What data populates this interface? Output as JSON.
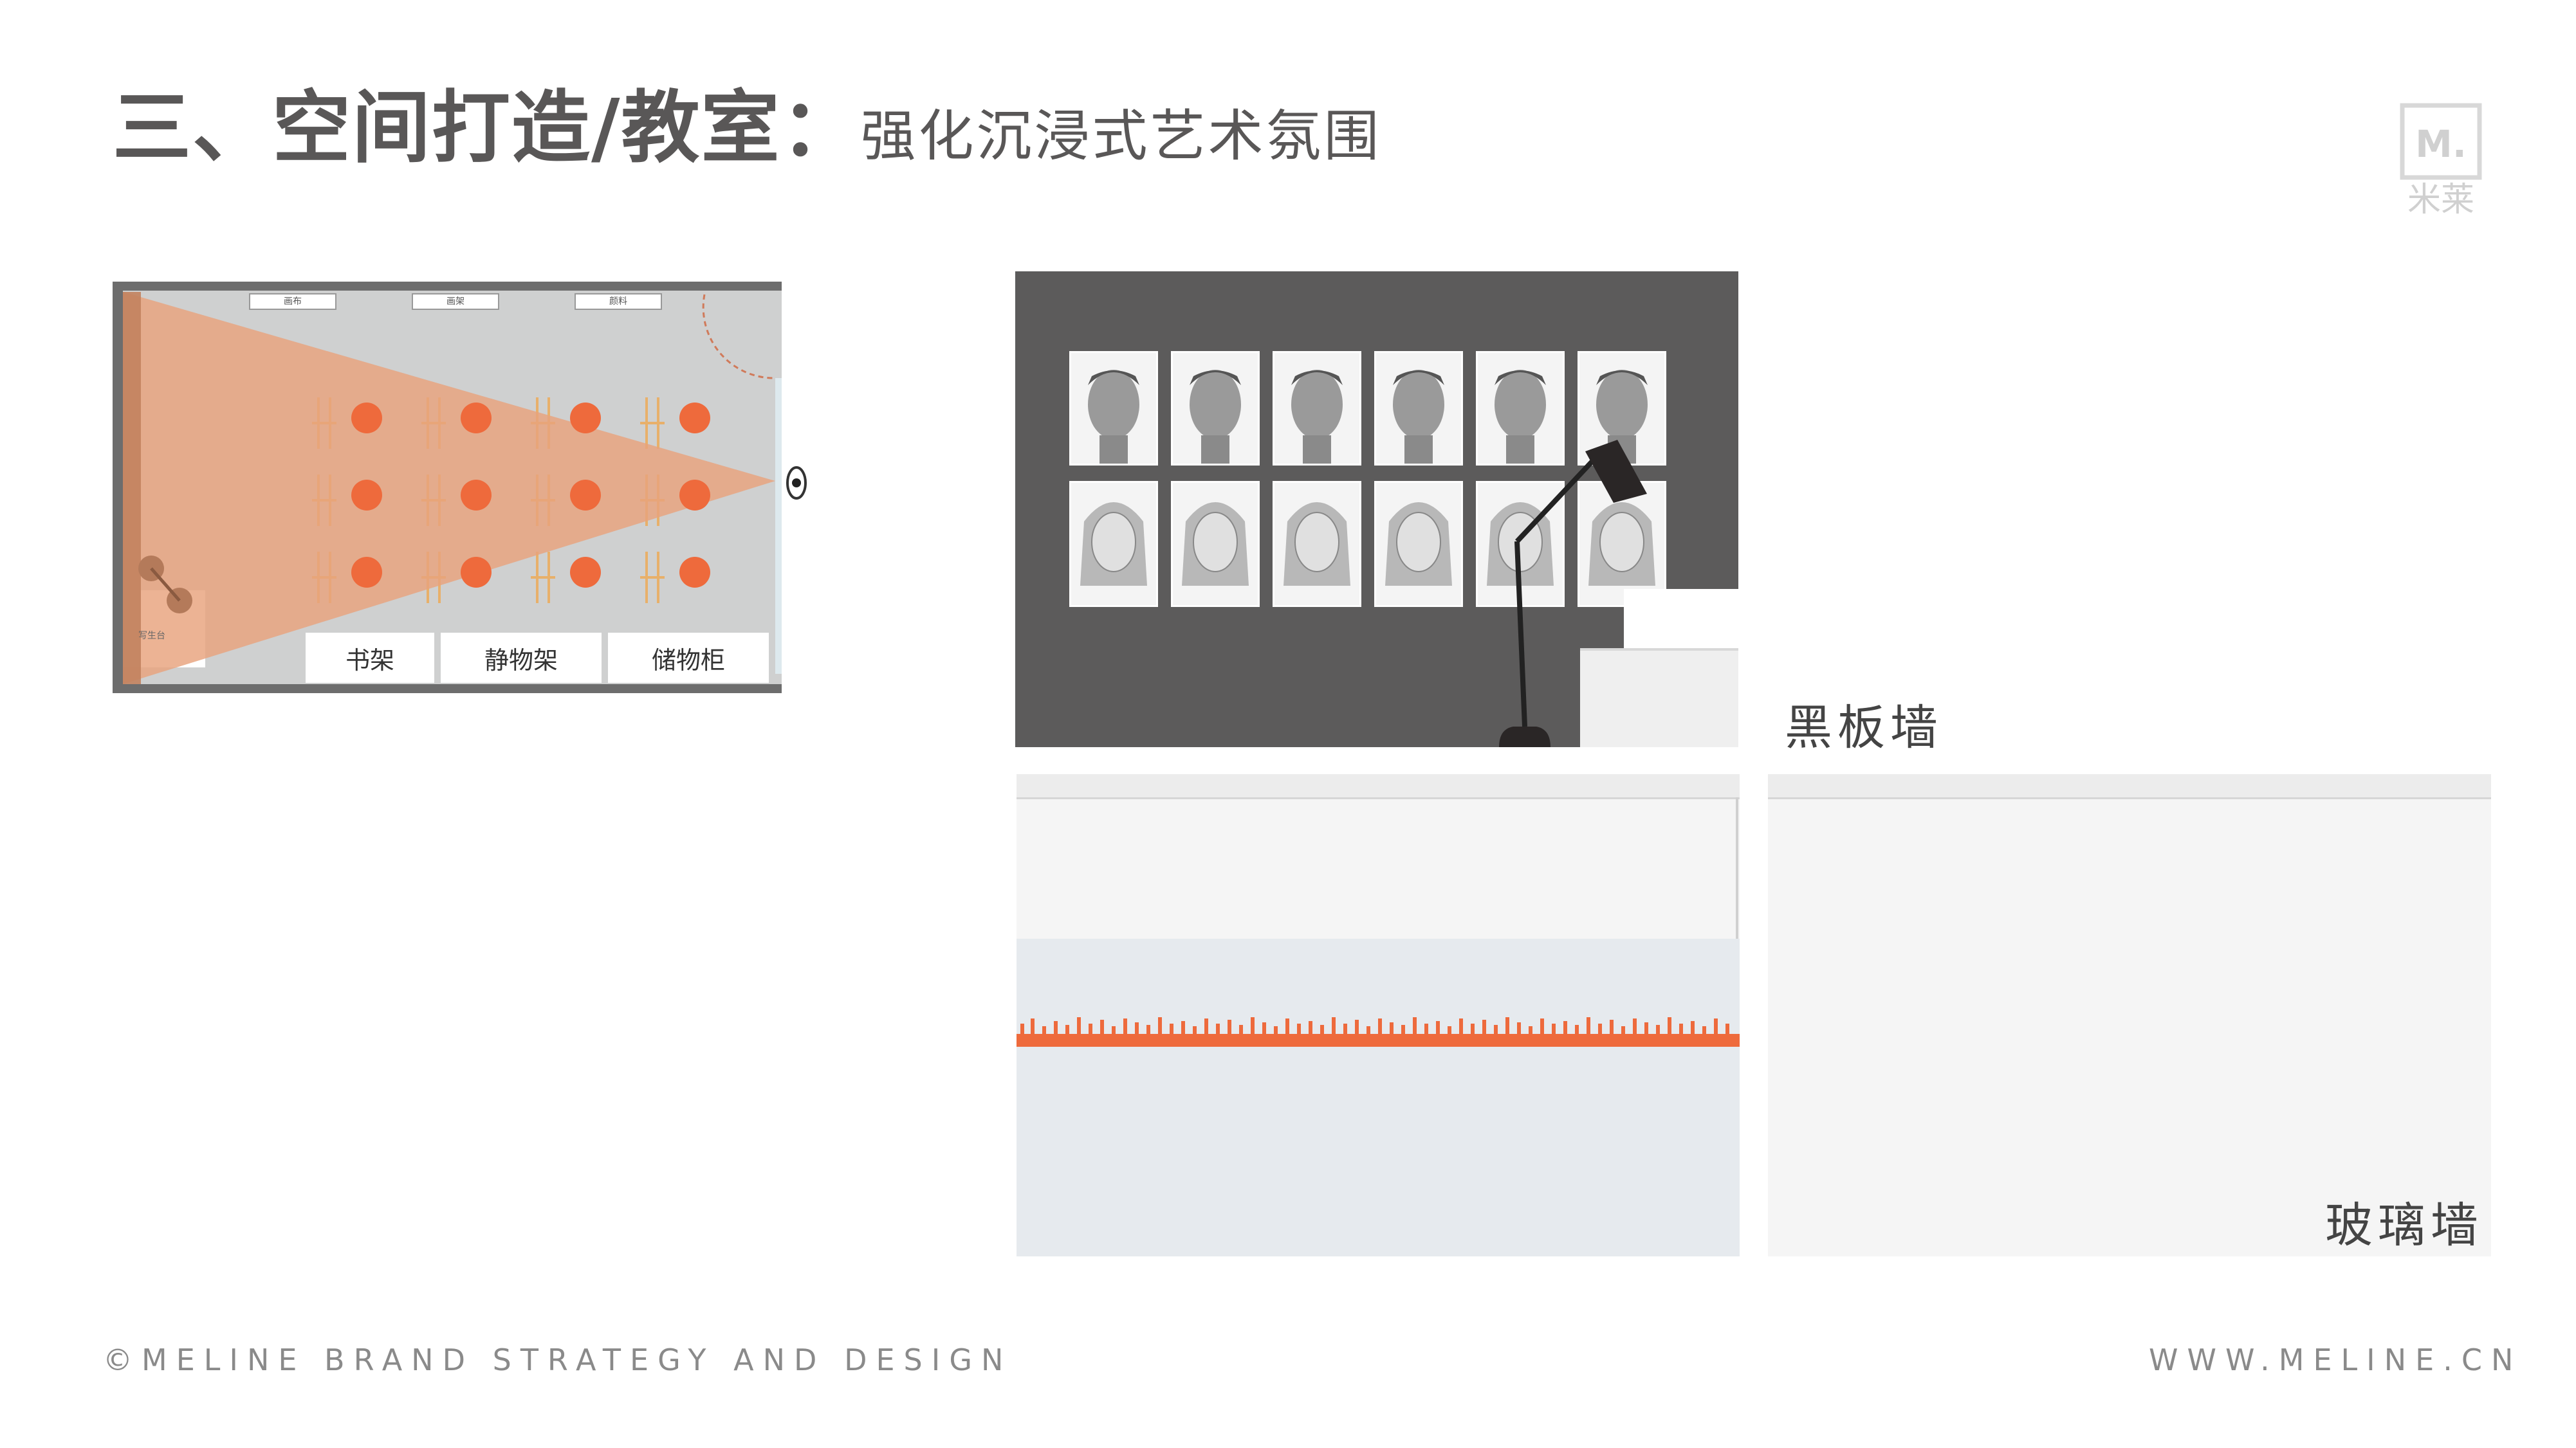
{
  "header": {
    "title_main": "三、空间打造/教室：",
    "title_sub": "强化沉浸式艺术氛围"
  },
  "logo": {
    "mark": "M.",
    "name": "米莱"
  },
  "floorplan": {
    "top_labels": [
      "画布",
      "画架",
      "颜料"
    ],
    "side_label": "写生台",
    "zones": [
      "书架",
      "静物架",
      "储物柜"
    ]
  },
  "walls": {
    "blackboard_label": "黑板墙",
    "glass_label": "玻璃墙"
  },
  "footer": {
    "left": "©MELINE BRAND STRATEGY AND DESIGN",
    "right": "WWW.MELINE.CN"
  },
  "colors": {
    "accent": "#ee6a3c",
    "cone": "#e8a27c",
    "board": "#5c5b5b",
    "title": "#595757"
  }
}
